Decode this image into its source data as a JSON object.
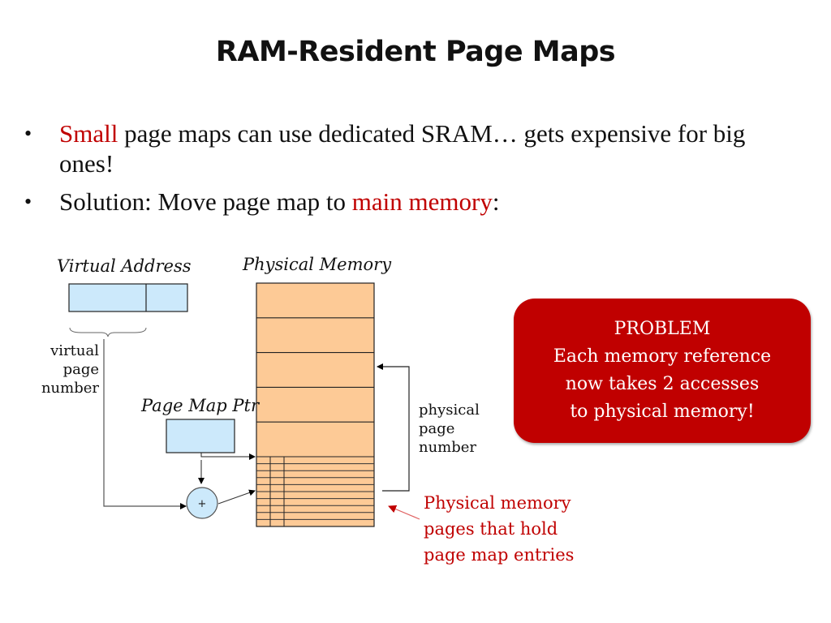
{
  "title": "RAM-Resident Page Maps",
  "bullets": [
    {
      "highlight": "Small",
      "rest": " page maps can use dedicated SRAM… gets expensive for big ones!"
    },
    {
      "prefix": "Solution: Move page map to ",
      "highlight": "main memory",
      "suffix": ":"
    }
  ],
  "bullet_glyph": "•",
  "diagram": {
    "virtual_address_label": "Virtual Address",
    "physical_memory_label": "Physical Memory",
    "virtual_page_number_label": [
      "virtual",
      "page",
      "number"
    ],
    "page_map_ptr_label": "Page Map Ptr",
    "adder_symbol": "+",
    "physical_page_number_label": [
      "physical",
      "page",
      "number"
    ],
    "memory_pages": 5,
    "page_map_entry_rows": 10,
    "note": [
      "Physical memory",
      "pages that hold",
      "page map entries"
    ]
  },
  "problem_box": {
    "lines": [
      "PROBLEM",
      "Each memory reference",
      "now takes 2 accesses",
      "to physical memory!"
    ]
  },
  "colors": {
    "accent_red": "#c00000",
    "register_fill": "#cce9fb",
    "memory_fill": "#fdca96"
  }
}
